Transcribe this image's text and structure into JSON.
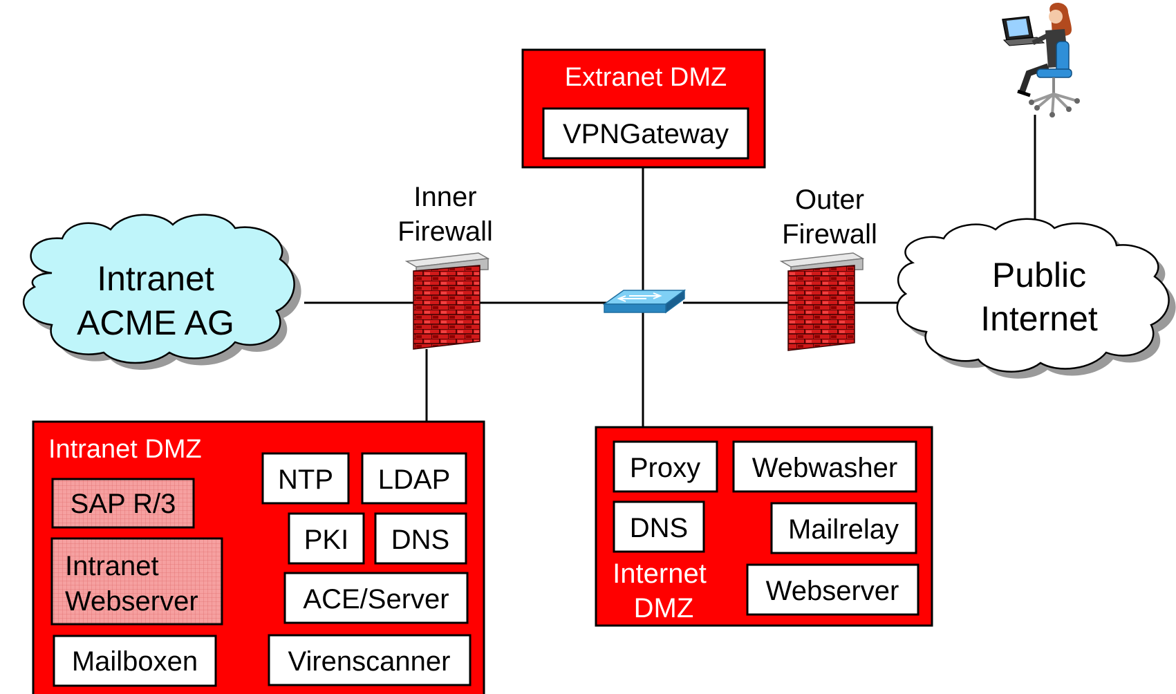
{
  "clouds": {
    "intranet": {
      "line1": "Intranet",
      "line2": "ACME AG",
      "color": "#bff5fa"
    },
    "internet": {
      "line1": "Public",
      "line2": "Internet",
      "color": "#ffffff"
    }
  },
  "firewalls": {
    "inner": {
      "line1": "Inner",
      "line2": "Firewall"
    },
    "outer": {
      "line1": "Outer",
      "line2": "Firewall"
    }
  },
  "extranet_dmz": {
    "title": "Extranet DMZ",
    "items": [
      "VPNGateway"
    ]
  },
  "intranet_dmz": {
    "title": "Intranet DMZ",
    "items": [
      "NTP",
      "LDAP",
      "PKI",
      "DNS",
      "ACE/Server",
      "Mailboxen",
      "Virenscanner"
    ],
    "highlighted_items": [
      "SAP R/3",
      "Intranet",
      "Webserver"
    ]
  },
  "internet_dmz": {
    "title_line1": "Internet",
    "title_line2": "DMZ",
    "items": [
      "Proxy",
      "Webwasher",
      "DNS",
      "Mailrelay",
      "Webserver"
    ]
  },
  "icons": [
    "switch-icon",
    "user-laptop-icon",
    "brick-firewall-icon"
  ],
  "colors": {
    "zone": "#ff0000",
    "highlight": "#f6a0a0",
    "cloud_intranet": "#bff5fa",
    "switch": "#3ba3dc"
  }
}
